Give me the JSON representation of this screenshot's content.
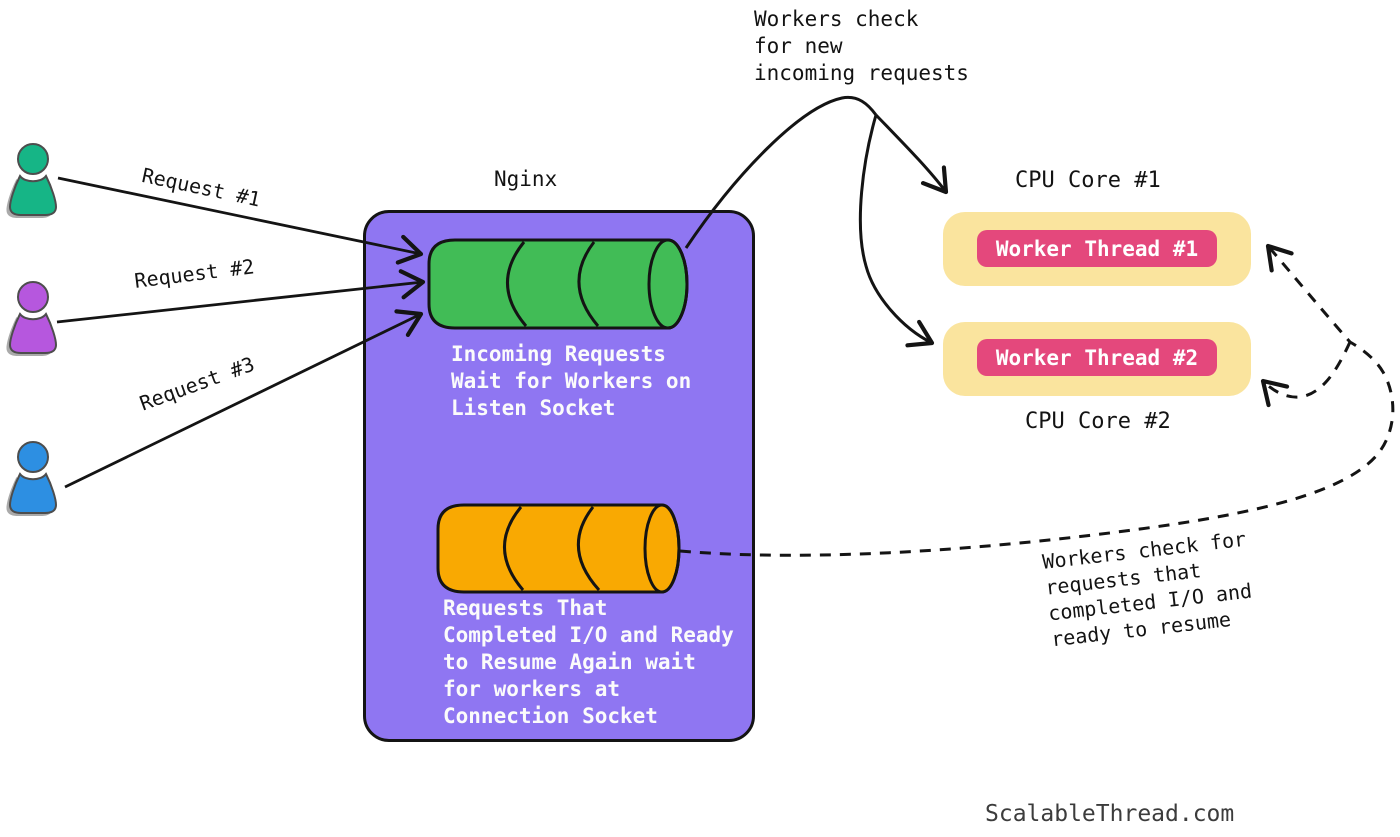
{
  "page": {
    "footer": "ScalableThread.com"
  },
  "clients": {
    "requests": [
      {
        "label": "Request #1"
      },
      {
        "label": "Request #2"
      },
      {
        "label": "Request #3"
      }
    ]
  },
  "nginx": {
    "title": "Nginx",
    "listen_socket_caption": "Incoming Requests\nWait for Workers on\nListen Socket",
    "connection_socket_caption": "Requests That\nCompleted I/O and Ready\nto Resume Again wait\nfor workers at\nConnection Socket"
  },
  "annotations": {
    "workers_new_requests": "Workers check\nfor new\nincoming requests",
    "workers_completed_io": "Workers check for\nrequests that\ncompleted I/O and\nready to resume"
  },
  "cpu_cores": [
    {
      "label": "CPU Core #1",
      "thread_label": "Worker Thread #1"
    },
    {
      "label": "CPU Core #2",
      "thread_label": "Worker Thread #2"
    }
  ],
  "colors": {
    "nginx_box": "#8F76F2",
    "listen_socket_queue": "#41BC56",
    "connection_socket_queue": "#F9A902",
    "cpu_core_box": "#FAE49E",
    "worker_thread_badge": "#E4487C",
    "client_green": "#16B586",
    "client_purple": "#B657DE",
    "client_blue": "#2D8FE2",
    "arrow": "#141414"
  }
}
